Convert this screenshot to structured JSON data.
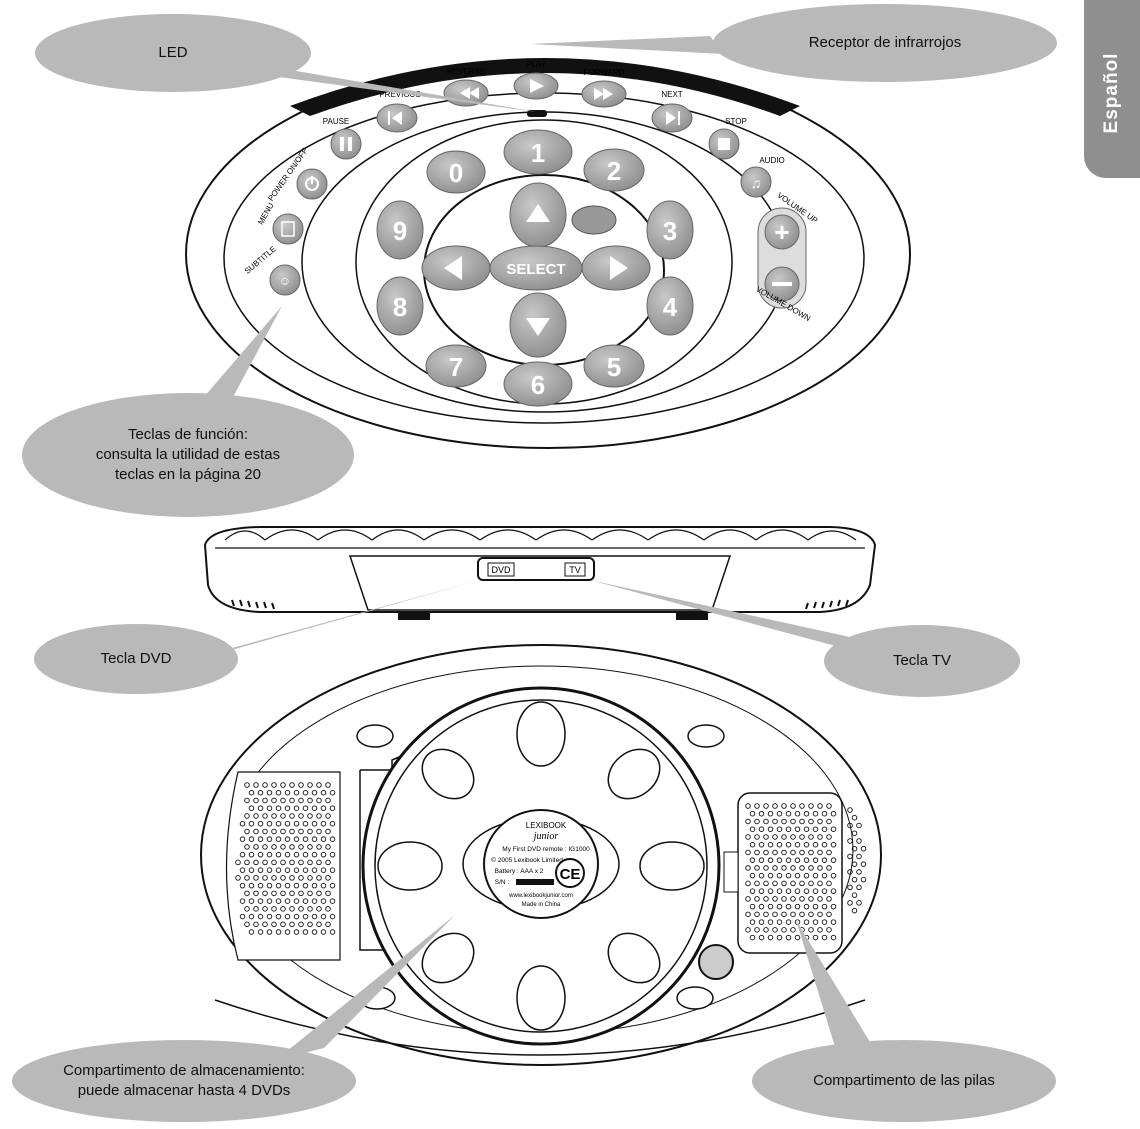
{
  "language_tab": "Español",
  "callouts": {
    "led": "LED",
    "ir": "Receptor de infrarrojos",
    "function_keys": [
      "Teclas de función:",
      "consulta la utilidad de estas",
      "teclas en la página 20"
    ],
    "dvd_key": "Tecla DVD",
    "tv_key": "Tecla TV",
    "storage": [
      "Compartimento de almacenamiento:",
      "puede almacenar hasta 4 DVDs"
    ],
    "battery": "Compartimento de las pilas"
  },
  "remote_labels": {
    "reverse": "REVERSE",
    "play": "PLAY",
    "forward": "FORWARD",
    "previous": "PREVIOUS",
    "next": "NEXT",
    "pause": "PAUSE",
    "stop": "STOP",
    "power": "POWER ON/OFF",
    "audio": "AUDIO",
    "menu": "MENU",
    "subtitle": "SUBTITLE",
    "volume_up": "VOLUME UP",
    "volume_down": "VOLUME DOWN",
    "select": "SELECT"
  },
  "number_keys": [
    "0",
    "1",
    "2",
    "3",
    "4",
    "5",
    "6",
    "7",
    "8",
    "9"
  ],
  "side_buttons": {
    "dvd": "DVD",
    "tv": "TV"
  },
  "back_label": {
    "brand": "LEXIBOOK",
    "sub_brand": "junior",
    "model": "My First DVD remote : IG1000",
    "copyright": "© 2005 Lexibook Limited",
    "battery": "Battery : AAA x 2",
    "serial": "S/N :",
    "ce": "CE",
    "url": "www.lexibookjunior.com",
    "origin": "Made in China"
  },
  "colors": {
    "callout": "#b9b9b9",
    "tab": "#8f8f8f",
    "key": "#9a9a9a",
    "dark": "#1a1a1a"
  }
}
